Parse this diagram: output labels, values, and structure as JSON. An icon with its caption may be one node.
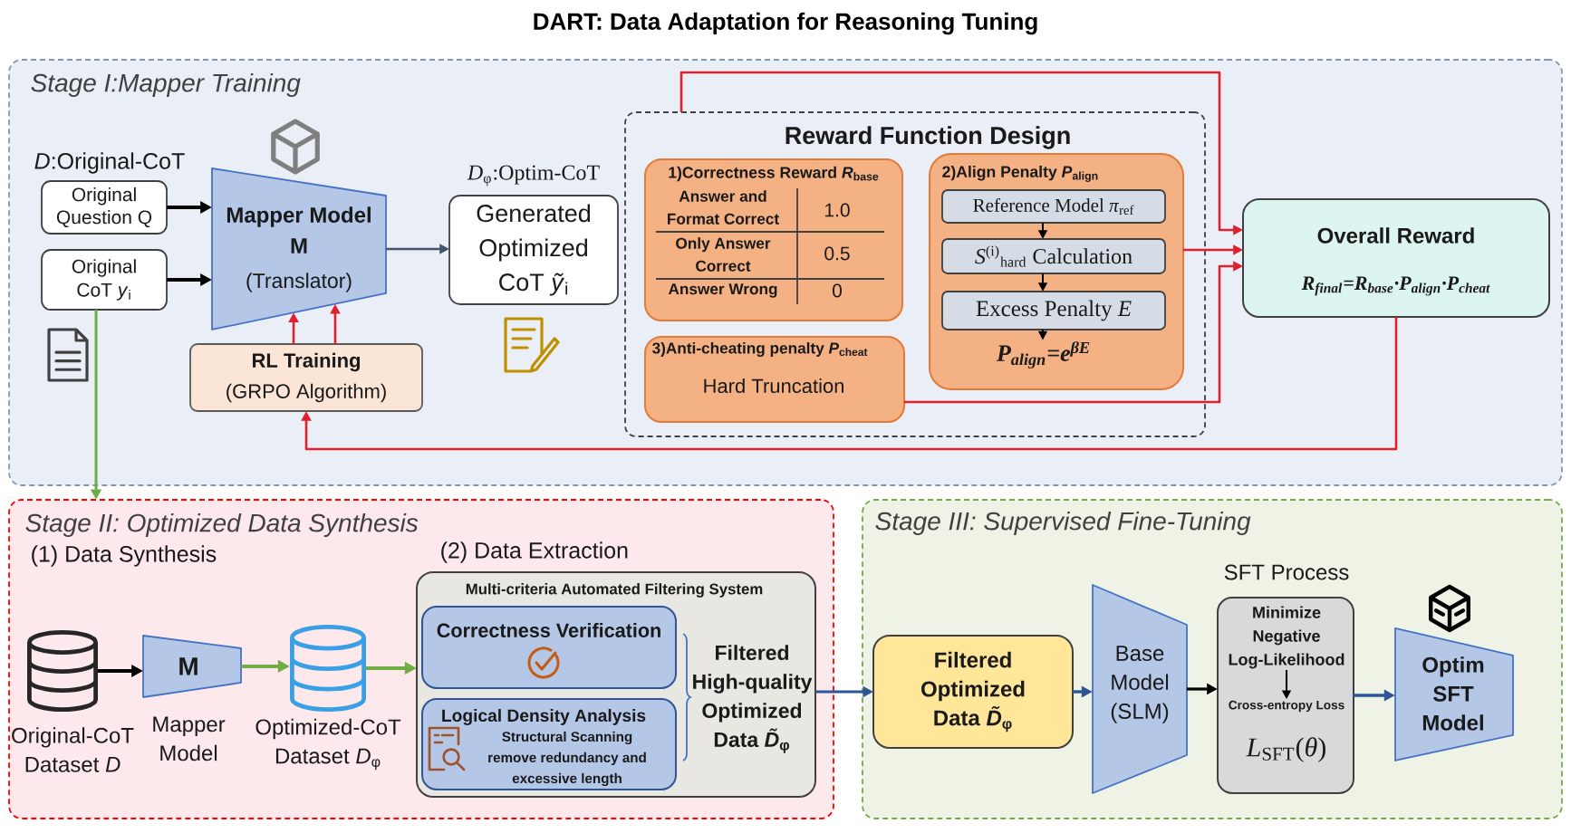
{
  "diagram": {
    "title": "DART: Data Adaptation for Reasoning Tuning",
    "nodes": [
      {
        "text": [
          "Stage I:Mapper Training"
        ]
      },
      {
        "text": [
          "Original Question Q"
        ],
        "in": 0
      },
      {
        "text": [
          "Original CoT *y*$_{i}$"
        ],
        "in": 0
      },
      {
        "text": [
          "Mapper Model M",
          "(Translator)"
        ],
        "in": 0
      },
      {
        "text": [
          "*D*$_{φ}$:Optim-CoT",
          "Generated Optimized CoT *ỹ*$_{i}$"
        ],
        "in": 0
      },
      {
        "text": [
          "RL Training",
          "(GRPO Algorithm)"
        ],
        "in": 0
      },
      {
        "text": [
          "Reward Function Design"
        ],
        "in": 0
      },
      {
        "text": [
          "1)Correctness Reward *R*$_{base}$",
          "Answer and Format Correct",
          "1.0",
          "Only Answer Correct",
          "0.5",
          "Answer Wrong",
          "0"
        ],
        "in": 6
      },
      {
        "text": [
          "2)Align Penalty *P*$_{align}$"
        ],
        "in": 6
      },
      {
        "text": [
          "Reference Model *π*$_{ref}$"
        ],
        "in": 8
      },
      {
        "text": [
          "*S*$^{(i)}$$_{hard}$ Calculation"
        ],
        "in": 8
      },
      {
        "text": [
          "Excess Penalty *E*"
        ],
        "in": 8
      },
      {
        "text": [
          "P$_{align}$=e$^{βE}$"
        ],
        "in": 8
      },
      {
        "text": [
          "3)Anti-cheating penalty *P*$_{cheat}$",
          "Hard Truncation"
        ],
        "in": 6
      },
      {
        "text": [
          "Overall Reward",
          "R$_{final}$=R$_{base}$·P$_{align}$·P$_{cheat}$"
        ],
        "in": 0
      },
      {
        "text": [
          "Stage II: Optimized Data Synthesis"
        ]
      },
      {
        "text": [],
        "shape": "cylinder",
        "beside": [
          "Original-CoT Dataset *D*"
        ],
        "in": 15
      },
      {
        "text": [
          "M"
        ],
        "beside": [
          "Mapper Model"
        ],
        "in": 15
      },
      {
        "text": [],
        "shape": "cylinder",
        "beside": [
          "Optimized-CoT Dataset *D*$_{φ}$"
        ],
        "in": 15
      },
      {
        "text": [
          "Multi-criteria Automated Filtering System",
          "Filtered High-quality Optimized Data *D̃*$_{φ}$"
        ],
        "in": 15
      },
      {
        "text": [
          "Correctness Verification"
        ],
        "in": 19
      },
      {
        "text": [
          "Logical Density Analysis",
          "Structural Scanning remove redundancy and excessive length"
        ],
        "in": 19
      },
      {
        "text": [
          "Stage III: Supervised Fine-Tuning"
        ]
      },
      {
        "text": [
          "Filtered Optimized Data *D̃*$_{φ}$"
        ],
        "in": 22
      },
      {
        "text": [
          "Base Model (SLM)"
        ],
        "in": 22
      },
      {
        "text": [
          "SFT Process",
          "*L*$_{SFT}$(*θ*)"
        ],
        "in": 22
      },
      {
        "text": [
          "Minimize Negative Log-Likelihood"
        ],
        "in": 25
      },
      {
        "text": [
          "Cross-entropy Loss"
        ],
        "in": 25
      },
      {
        "text": [
          "Optim SFT Model"
        ],
        "in": 22
      }
    ],
    "edges": [
      {
        "from": 1,
        "to": 3,
        "arrow": "to"
      },
      {
        "from": 2,
        "to": 3,
        "arrow": "to"
      },
      {
        "from": 3,
        "to": 4,
        "arrow": "to",
        "color": "#44546a"
      },
      {
        "from": 5,
        "to": 3,
        "arrow": "to",
        "color": "#e0202c"
      },
      {
        "from": 5,
        "to": 3,
        "arrow": "to",
        "color": "#e0202c"
      },
      {
        "from": 6,
        "to": 14,
        "arrow": "to",
        "color": "#e0202c"
      },
      {
        "from": 8,
        "to": 14,
        "arrow": "to",
        "color": "#e0202c"
      },
      {
        "from": 13,
        "to": 14,
        "arrow": "to",
        "color": "#e0202c"
      },
      {
        "from": 14,
        "to": 5,
        "arrow": "to",
        "color": "#e0202c"
      },
      {
        "from": 9,
        "to": 10,
        "arrow": "to"
      },
      {
        "from": 10,
        "to": 11,
        "arrow": "to"
      },
      {
        "from": 11,
        "to": 12,
        "arrow": "to"
      },
      {
        "from": 2,
        "to": 15,
        "arrow": "to",
        "color": "#70ad47"
      },
      {
        "from": 16,
        "to": 17,
        "arrow": "to"
      },
      {
        "from": 17,
        "to": 18,
        "arrow": "to",
        "color": "#70ad47"
      },
      {
        "from": 18,
        "to": 19,
        "arrow": "to",
        "color": "#70ad47"
      },
      {
        "from": 19,
        "to": 23,
        "arrow": "to",
        "color": "#2f5597"
      },
      {
        "from": 23,
        "to": 24,
        "arrow": "to",
        "color": "#2f5597"
      },
      {
        "from": 24,
        "to": 25,
        "arrow": "to"
      },
      {
        "from": 26,
        "to": 27,
        "arrow": "to"
      },
      {
        "from": 25,
        "to": 28,
        "arrow": "to",
        "color": "#2f5597"
      }
    ],
    "labels": [
      "*D*:Original-CoT",
      "(1) Data Synthesis",
      "(2) Data Extraction"
    ]
  }
}
